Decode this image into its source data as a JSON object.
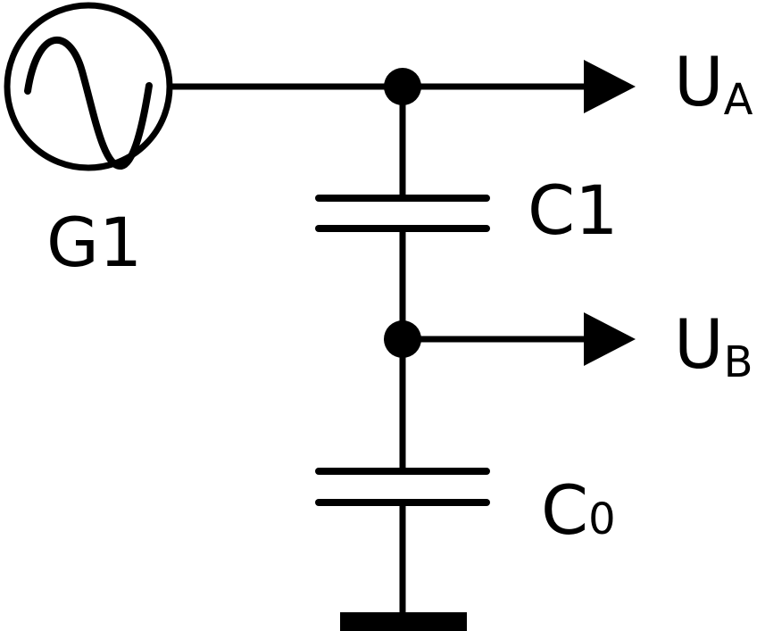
{
  "components": {
    "generator": {
      "label": "G1"
    },
    "capacitor_top": {
      "label": "C1"
    },
    "capacitor_bottom": {
      "label": "C",
      "subscript": "0"
    }
  },
  "outputs": {
    "a": {
      "label": "U",
      "subscript": "A"
    },
    "b": {
      "label": "U",
      "subscript": "B"
    }
  },
  "colors": {
    "stroke": "#000000",
    "background": "#ffffff"
  }
}
